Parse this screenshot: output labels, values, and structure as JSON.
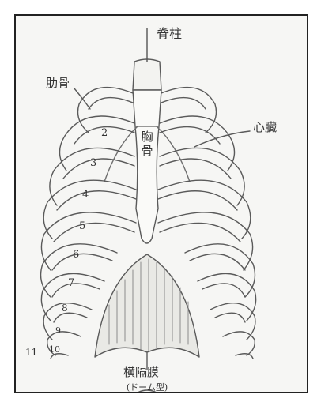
{
  "labels": {
    "spine": "脊柱",
    "ribs": "肋骨",
    "sternum_line1": "胸",
    "sternum_line2": "骨",
    "heart": "心臓",
    "diaphragm": "横隔膜",
    "dome_shape": "(ドーム型)"
  },
  "rib_numbers": [
    "2",
    "3",
    "4",
    "5",
    "6",
    "7",
    "8",
    "9",
    "10",
    "11"
  ]
}
